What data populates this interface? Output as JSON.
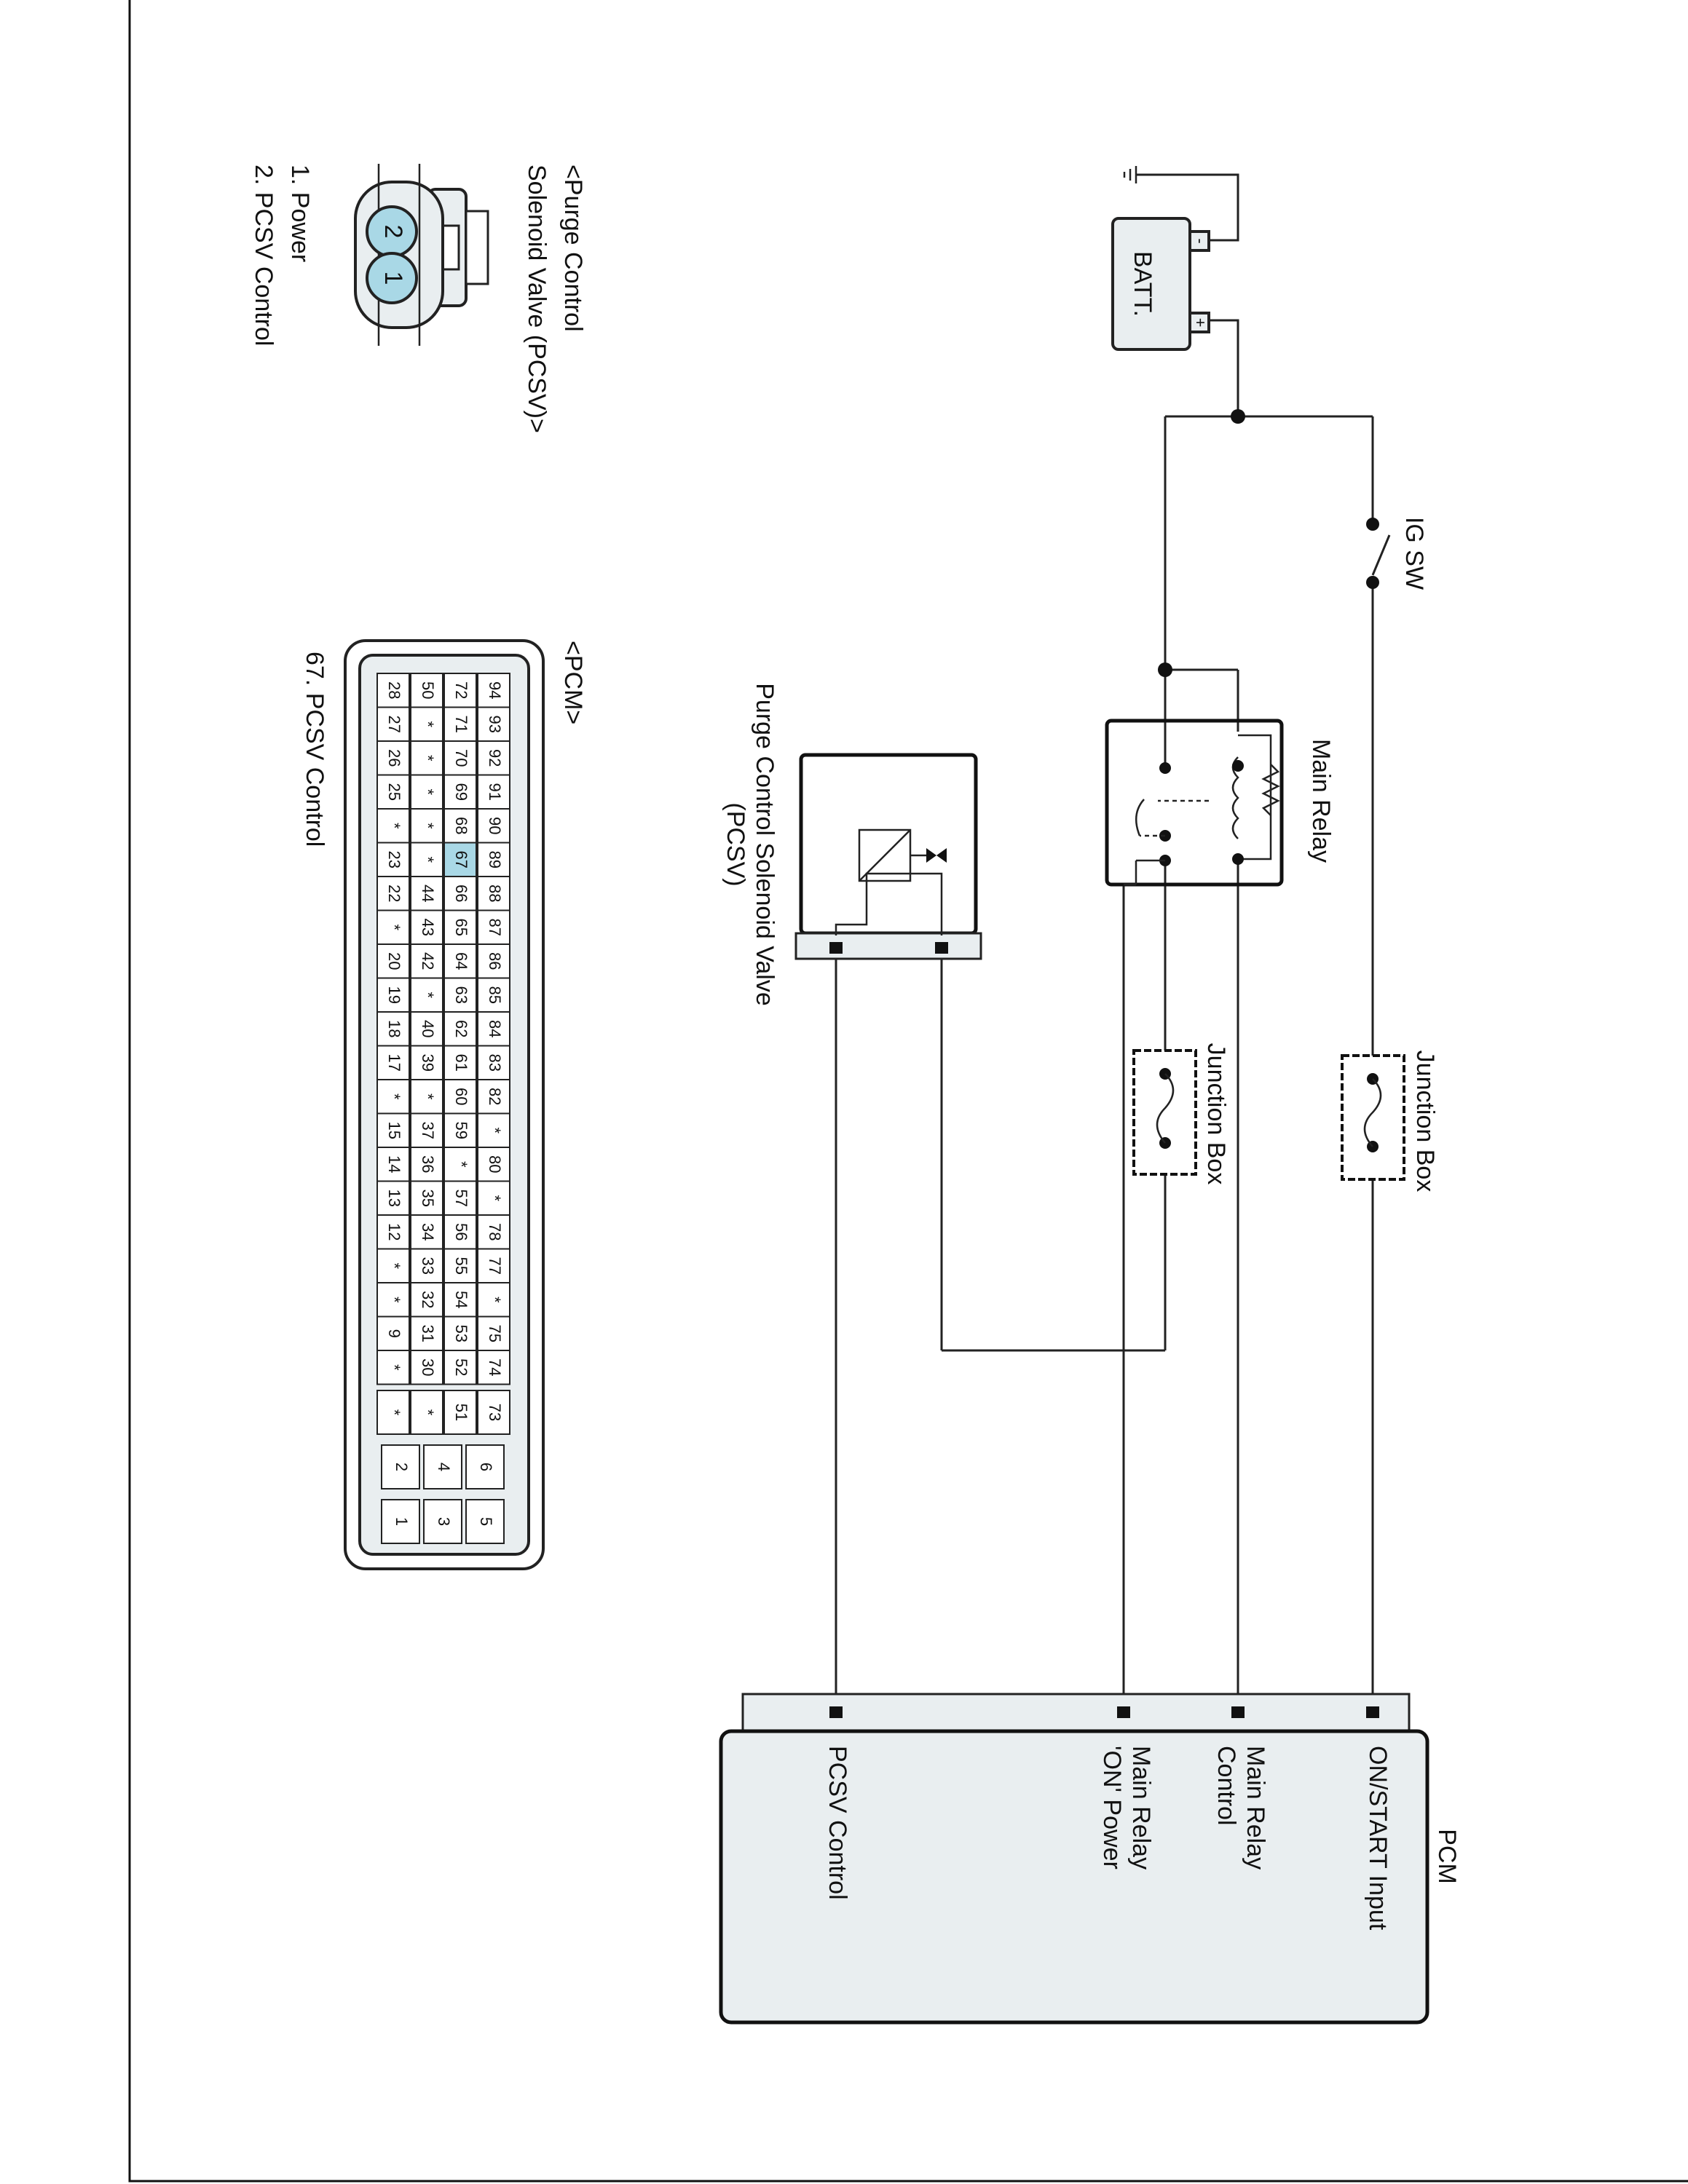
{
  "diagram": {
    "battery": {
      "label": "BATT.",
      "plus": "+",
      "minus": "-"
    },
    "ignition_switch": {
      "label": "IG SW"
    },
    "junction_box_1": {
      "label": "Junction Box"
    },
    "junction_box_2": {
      "label": "Junction Box"
    },
    "main_relay": {
      "label": "Main Relay"
    },
    "pcsv_component": {
      "label_line1": "Purge Control Solenoid Valve",
      "label_line2": "(PCSV)"
    },
    "pcm_module": {
      "title": "PCM",
      "pins": [
        {
          "line1": "ON/START Input",
          "line2": ""
        },
        {
          "line1": "Main Relay",
          "line2": "Control"
        },
        {
          "line1": "Main Relay",
          "line2": "'ON' Power"
        },
        {
          "line1": "PCSV Control",
          "line2": ""
        }
      ]
    },
    "pcsv_connector": {
      "title_line1": "<Purge Control",
      "title_line2": "Solenoid Valve (PCSV)>",
      "pin_numbers": [
        "2",
        "1"
      ],
      "legend": [
        "1. Power",
        "2. PCSV Control"
      ]
    },
    "pcm_connector": {
      "title": "<PCM>",
      "highlight_pin": "67",
      "pin_note": "67. PCSV Control",
      "rows": [
        [
          "94",
          "93",
          "92",
          "91",
          "90",
          "89",
          "88",
          "87",
          "86",
          "85",
          "84",
          "83",
          "82",
          "*",
          "80",
          "*",
          "78",
          "77",
          "*",
          "75",
          "74"
        ],
        [
          "72",
          "71",
          "70",
          "69",
          "68",
          "67",
          "66",
          "65",
          "64",
          "63",
          "62",
          "61",
          "60",
          "59",
          "*",
          "57",
          "56",
          "55",
          "54",
          "53",
          "52"
        ],
        [
          "50",
          "*",
          "*",
          "*",
          "*",
          "*",
          "44",
          "43",
          "42",
          "*",
          "40",
          "39",
          "*",
          "37",
          "36",
          "35",
          "34",
          "33",
          "32",
          "31",
          "30"
        ],
        [
          "28",
          "27",
          "26",
          "25",
          "*",
          "23",
          "22",
          "*",
          "20",
          "19",
          "18",
          "17",
          "*",
          "15",
          "14",
          "13",
          "12",
          "*",
          "*",
          "9",
          "*"
        ]
      ],
      "extra_col": [
        "73",
        "51",
        "*",
        "*"
      ],
      "power_pins": [
        [
          "6",
          "5"
        ],
        [
          "4",
          "3"
        ],
        [
          "2",
          "1"
        ]
      ]
    }
  }
}
